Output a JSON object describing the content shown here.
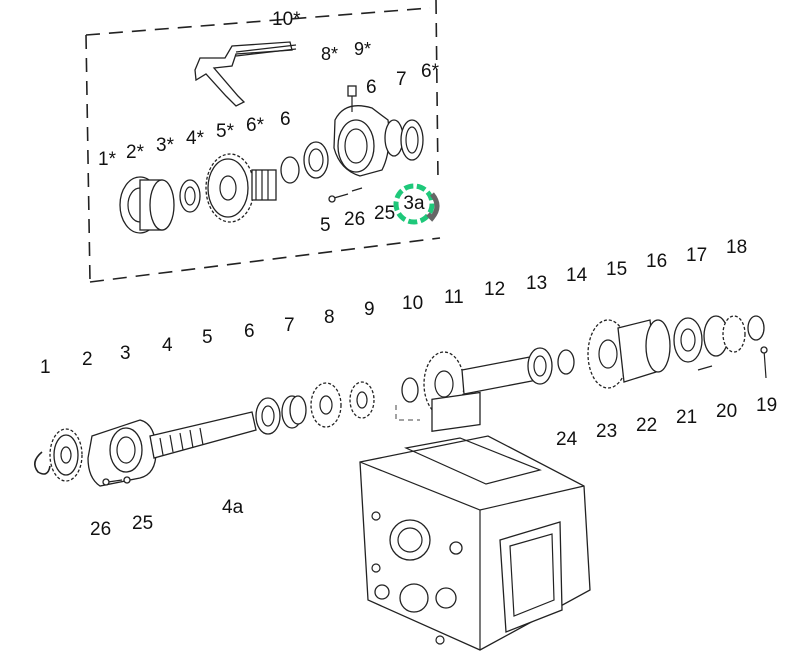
{
  "callouts": {
    "c10s": "10*",
    "c8s": "8*",
    "c9s": "9*",
    "c6s_top": "6*",
    "c7_top": "7",
    "c6_top": "6",
    "c1s": "1*",
    "c2s": "2*",
    "c3s": "3*",
    "c4s": "4*",
    "c5s": "5*",
    "c6s_mid": "6*",
    "c6_mid": "6",
    "c5_top": "5",
    "c26_top": "26",
    "c25_top": "25",
    "c1": "1",
    "c2": "2",
    "c3": "3",
    "c4": "4",
    "c4a": "4a",
    "c5": "5",
    "c6": "6",
    "c7": "7",
    "c8": "8",
    "c9": "9",
    "c10": "10",
    "c11": "11",
    "c12": "12",
    "c13": "13",
    "c14": "14",
    "c15": "15",
    "c16": "16",
    "c17": "17",
    "c18": "18",
    "c19": "19",
    "c20": "20",
    "c21": "21",
    "c22": "22",
    "c23": "23",
    "c24": "24",
    "c25": "25",
    "c26": "26"
  },
  "badge": {
    "label": "3a",
    "ring_color": "#1ec87a",
    "arrow_color": "#666666",
    "icon": "rotate-view-icon"
  }
}
